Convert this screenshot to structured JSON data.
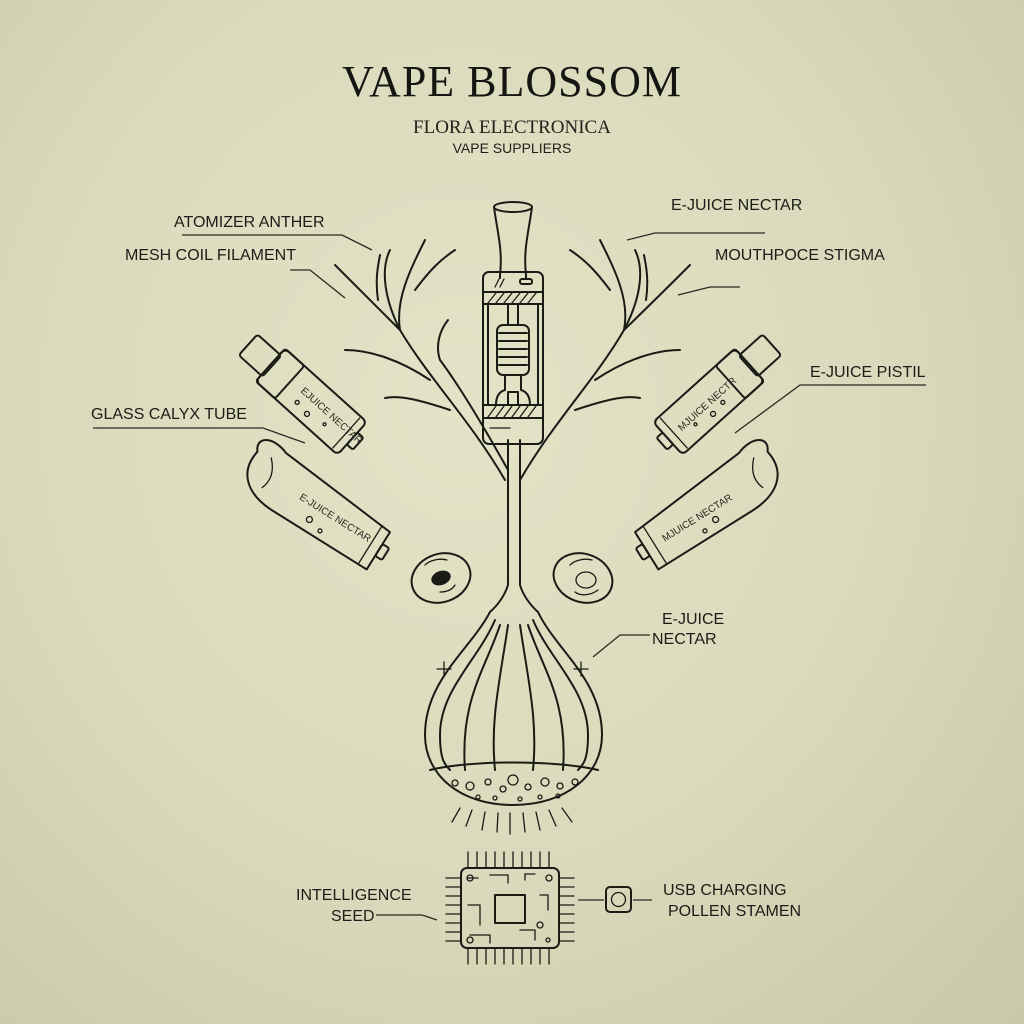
{
  "header": {
    "title": "VAPE BLOSSOM",
    "subtitle": "FLORA ELECTRONICA",
    "tagline": "VAPE SUPPLIERS"
  },
  "labels": {
    "atomizer_anther": "ATOMIZER ANTHER",
    "mesh_coil_filament": "MESH COIL FILAMENT",
    "e_juice_nectar_top": "E-JUICE NECTAR",
    "mouthpiece_stigma": "MOUTHPOCE STIGMA",
    "e_juice_pistil": "E-JUICE PISTIL",
    "glass_calyx_tube": "GLASS CALYX TUBE",
    "e_juice_nectar_bulb_line1": "E-JUICE",
    "e_juice_nectar_bulb_line2": "NECTAR",
    "intelligence_seed_line1": "INTELLIGENCE",
    "intelligence_seed_line2": "SEED",
    "usb_charging_line1": "USB CHARGING",
    "usb_charging_line2": "POLLEN STAMEN"
  },
  "pods": {
    "left_upper": "EJUICE NECTAR",
    "left_lower": "E-JUICE NECTAR",
    "right_upper": "MJUICE NECTR",
    "right_lower": "MJUICE NECTAR"
  },
  "colors": {
    "background": "#dcdcbf",
    "ink": "#1b1b16"
  }
}
